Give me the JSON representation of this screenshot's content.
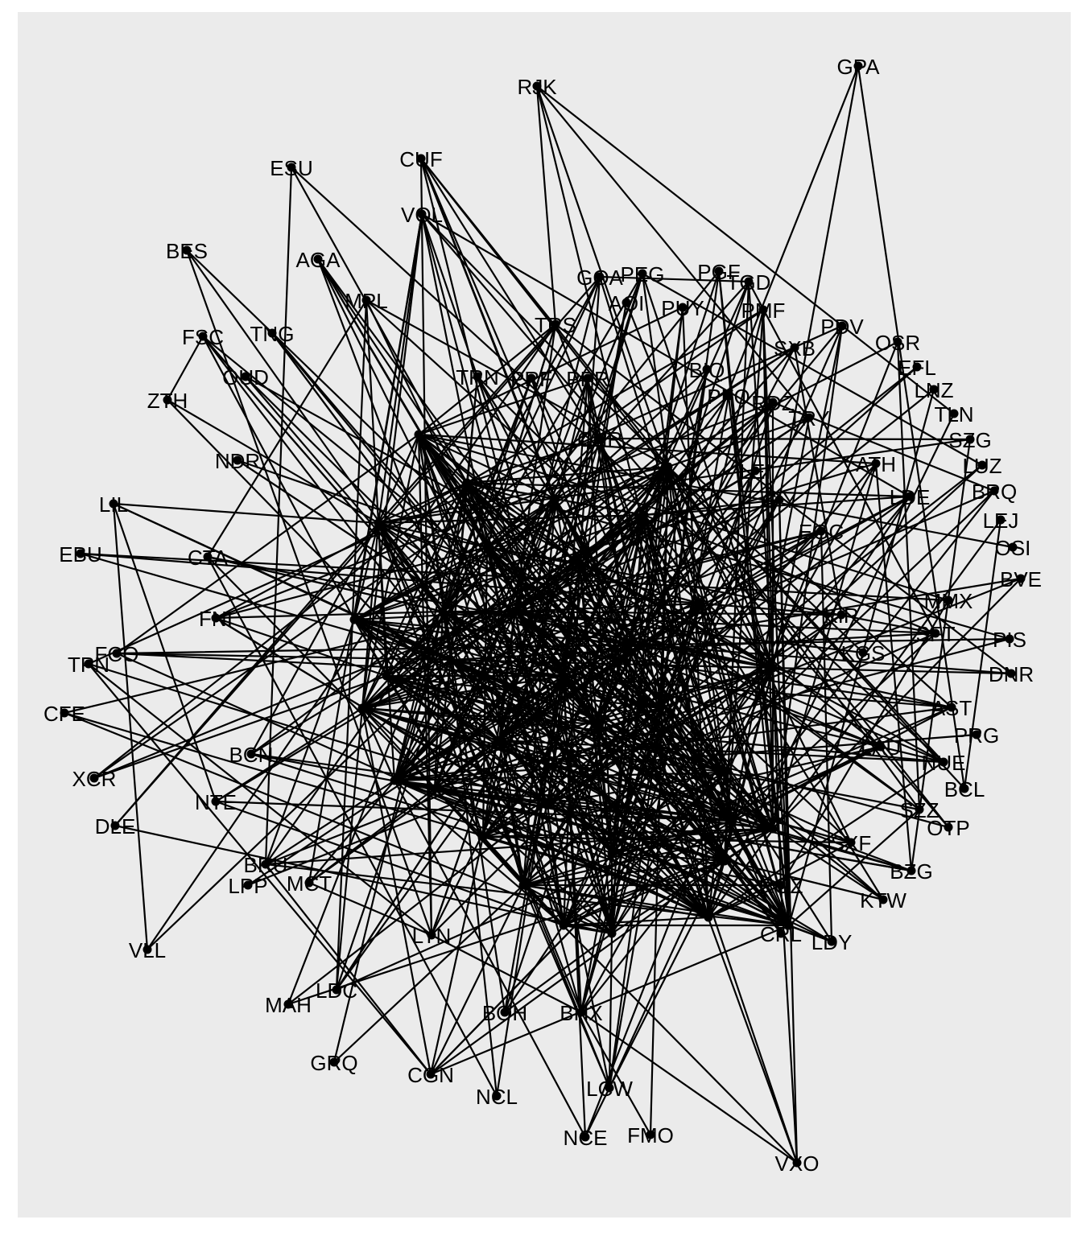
{
  "diagram": {
    "type": "network",
    "colors": {
      "background": "#ebebeb",
      "edge": "#000000",
      "node": "#000000",
      "label": "#000000"
    },
    "nodes": [
      {
        "id": "GPA"
      },
      {
        "id": "RJK"
      },
      {
        "id": "CUF"
      },
      {
        "id": "ESU"
      },
      {
        "id": "VOL"
      },
      {
        "id": "BES"
      },
      {
        "id": "AGA"
      },
      {
        "id": "GOA"
      },
      {
        "id": "PEG"
      },
      {
        "id": "PGF"
      },
      {
        "id": "TGD"
      },
      {
        "id": "AOI"
      },
      {
        "id": "PUY"
      },
      {
        "id": "MPL"
      },
      {
        "id": "PMF"
      },
      {
        "id": "TRS"
      },
      {
        "id": "PDV"
      },
      {
        "id": "SXB"
      },
      {
        "id": "OSR"
      },
      {
        "id": "FSC"
      },
      {
        "id": "TNG"
      },
      {
        "id": "EFL"
      },
      {
        "id": "BIQ"
      },
      {
        "id": "LNZ"
      },
      {
        "id": "OUD"
      },
      {
        "id": "ZTH"
      },
      {
        "id": "TLN"
      },
      {
        "id": "RDZ"
      },
      {
        "id": "TRY"
      },
      {
        "id": "SZG"
      },
      {
        "id": "NDR"
      },
      {
        "id": "ATH"
      },
      {
        "id": "LUZ"
      },
      {
        "id": "BRQ"
      },
      {
        "id": "LIL"
      },
      {
        "id": "LDE"
      },
      {
        "id": "CIY"
      },
      {
        "id": "LEJ"
      },
      {
        "id": "OSI"
      },
      {
        "id": "EBU"
      },
      {
        "id": "CTA"
      },
      {
        "id": "BVE"
      },
      {
        "id": "MMX"
      },
      {
        "id": "FNI"
      },
      {
        "id": "KIR"
      },
      {
        "id": "SFT"
      },
      {
        "id": "PIS"
      },
      {
        "id": "FCO"
      },
      {
        "id": "TPN"
      },
      {
        "id": "KGS"
      },
      {
        "id": "DNR"
      },
      {
        "id": "CFE"
      },
      {
        "id": "AST"
      },
      {
        "id": "PRG"
      },
      {
        "id": "BCN"
      },
      {
        "id": "XCR"
      },
      {
        "id": "LAU"
      },
      {
        "id": "NUE"
      },
      {
        "id": "NTE"
      },
      {
        "id": "DLE"
      },
      {
        "id": "BCL"
      },
      {
        "id": "SZZ"
      },
      {
        "id": "OTP"
      },
      {
        "id": "BRU"
      },
      {
        "id": "SXF"
      },
      {
        "id": "LPP"
      },
      {
        "id": "MCT"
      },
      {
        "id": "BZG"
      },
      {
        "id": "ROZ"
      },
      {
        "id": "KTW"
      },
      {
        "id": "LDY"
      },
      {
        "id": "VLL"
      },
      {
        "id": "LYN"
      },
      {
        "id": "MAH"
      },
      {
        "id": "LDC"
      },
      {
        "id": "BOH"
      },
      {
        "id": "BHX"
      },
      {
        "id": "GRQ"
      },
      {
        "id": "CGN"
      },
      {
        "id": "NCL"
      },
      {
        "id": "LCW"
      },
      {
        "id": "NCE"
      },
      {
        "id": "FMO"
      },
      {
        "id": "VXO"
      },
      {
        "id": "TRN"
      },
      {
        "id": "PRF"
      },
      {
        "id": "PPR"
      },
      {
        "id": "PFO"
      },
      {
        "id": "LEI"
      },
      {
        "id": "EGC"
      },
      {
        "id": "CRL"
      },
      {
        "id": "CHR"
      }
    ]
  }
}
